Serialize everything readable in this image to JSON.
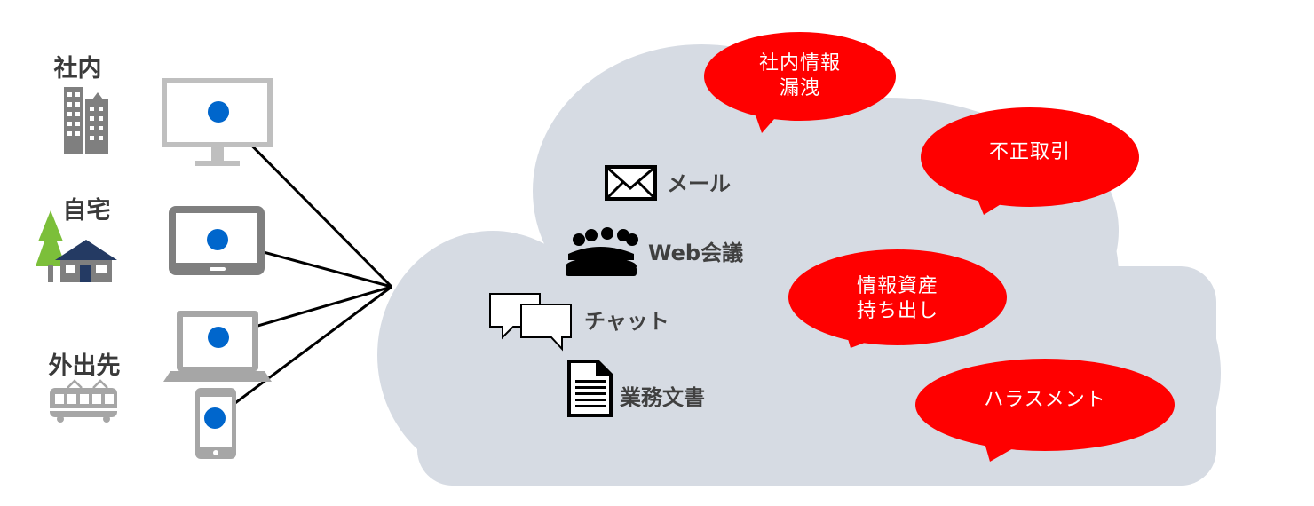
{
  "locations": [
    {
      "id": "office",
      "label": "社内",
      "icon": "office-building-icon"
    },
    {
      "id": "home",
      "label": "自宅",
      "icon": "house-with-tree-icon"
    },
    {
      "id": "outside",
      "label": "外出先",
      "icon": "train-icon"
    }
  ],
  "devices": [
    {
      "id": "desktop",
      "icon": "desktop-monitor-icon"
    },
    {
      "id": "tablet",
      "icon": "tablet-icon"
    },
    {
      "id": "laptop",
      "icon": "laptop-icon"
    },
    {
      "id": "smartphone",
      "icon": "smartphone-icon"
    }
  ],
  "cloud": {
    "services": [
      {
        "label": "メール",
        "icon": "mail-envelope-icon"
      },
      {
        "label": "Web会議",
        "icon": "meeting-people-icon"
      },
      {
        "label": "チャット",
        "icon": "chat-bubbles-icon"
      },
      {
        "label": "業務文書",
        "icon": "document-icon"
      }
    ],
    "risks": [
      {
        "lines": [
          "社内情報",
          "漏洩"
        ]
      },
      {
        "lines": [
          "不正取引"
        ]
      },
      {
        "lines": [
          "情報資産",
          "持ち出し"
        ]
      },
      {
        "lines": [
          "ハラスメント"
        ]
      }
    ]
  },
  "colors": {
    "cloud_fill": "#d6dbe3",
    "risk_fill": "#ff0000",
    "risk_text": "#ffffff",
    "device_dot": "#0066cc",
    "device_gray": "#a6a6a6",
    "device_dark": "#7f7f7f",
    "connector": "#000000",
    "label_text": "#3a3a3a"
  }
}
